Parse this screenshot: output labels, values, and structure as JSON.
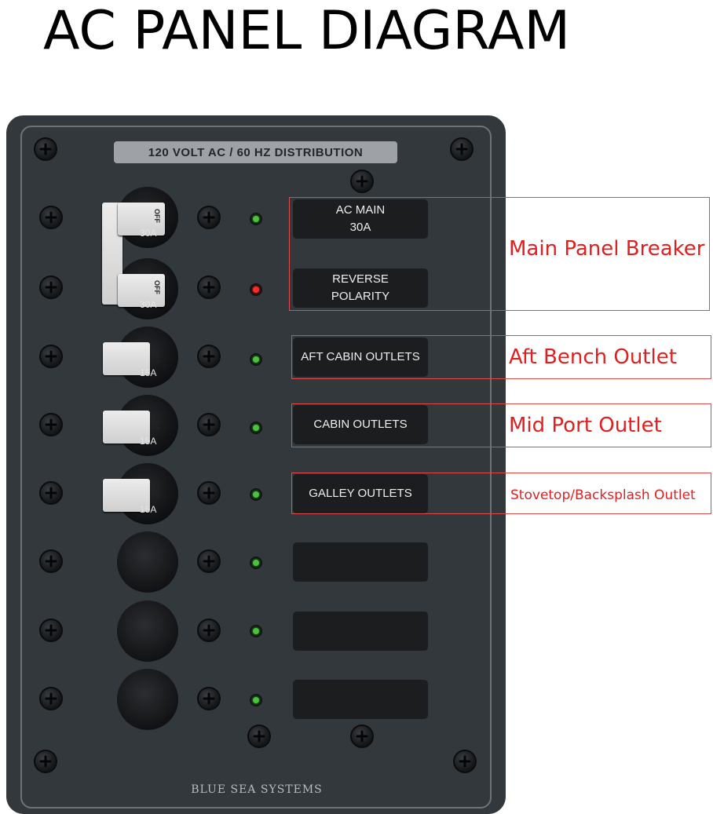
{
  "title": "AC PANEL DIAGRAM",
  "panel": {
    "header": "120 VOLT AC / 60 HZ DISTRIBUTION",
    "brand": "BLUE SEA SYSTEMS",
    "breakers": [
      {
        "switch": "OFF",
        "rating": "30A",
        "led": "#49c23c",
        "label_lines": [
          "AC MAIN",
          "30A"
        ]
      },
      {
        "switch": "OFF",
        "rating": "30A",
        "led": "#ff2b2b",
        "label_lines": [
          "REVERSE",
          "POLARITY"
        ]
      },
      {
        "switch": "OFF",
        "rating": "15A",
        "led": "#49c23c",
        "label_lines": [
          "AFT CABIN OUTLETS"
        ]
      },
      {
        "switch": "OFF",
        "rating": "15A",
        "led": "#49c23c",
        "label_lines": [
          "CABIN OUTLETS"
        ]
      },
      {
        "switch": "OFF",
        "rating": "15A",
        "led": "#49c23c",
        "label_lines": [
          "GALLEY OUTLETS"
        ]
      },
      {
        "led": "#49c23c",
        "label_lines": []
      },
      {
        "led": "#49c23c",
        "label_lines": []
      },
      {
        "led": "#49c23c",
        "label_lines": []
      }
    ]
  },
  "callouts": [
    {
      "text": "Main Panel Breaker"
    },
    {
      "text": "Aft Bench Outlet"
    },
    {
      "text": "Mid Port Outlet"
    },
    {
      "text": "Stovetop/Backsplash Outlet"
    }
  ],
  "colors": {
    "panel": "#33383d",
    "callout": "#e02020",
    "led_on": "#49c23c",
    "led_fault": "#ff2b2b"
  }
}
